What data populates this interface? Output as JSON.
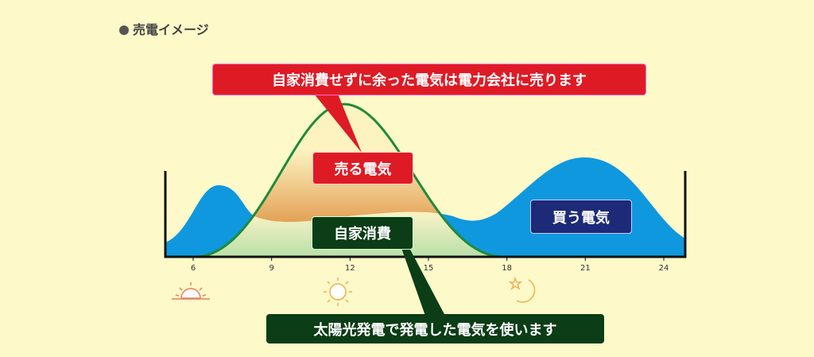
{
  "title": "売電イメージ",
  "callouts": {
    "surplus": "自家消費せずに余った電気は電力会社に売ります",
    "sell": "売る電気",
    "self": "自家消費",
    "buy": "買う電気",
    "solar": "太陽光発電で発電した電気を使います"
  },
  "x_ticks": [
    "6",
    "9",
    "12",
    "15",
    "18",
    "21",
    "24"
  ],
  "colors": {
    "background": "#fdf9c9",
    "buy": "#0f98de",
    "sell": "#d97d2a",
    "solar_curve": "#1f8a3a",
    "red": "#de1b25",
    "dark_green": "#0b3d16",
    "navy": "#1d2a78"
  }
}
